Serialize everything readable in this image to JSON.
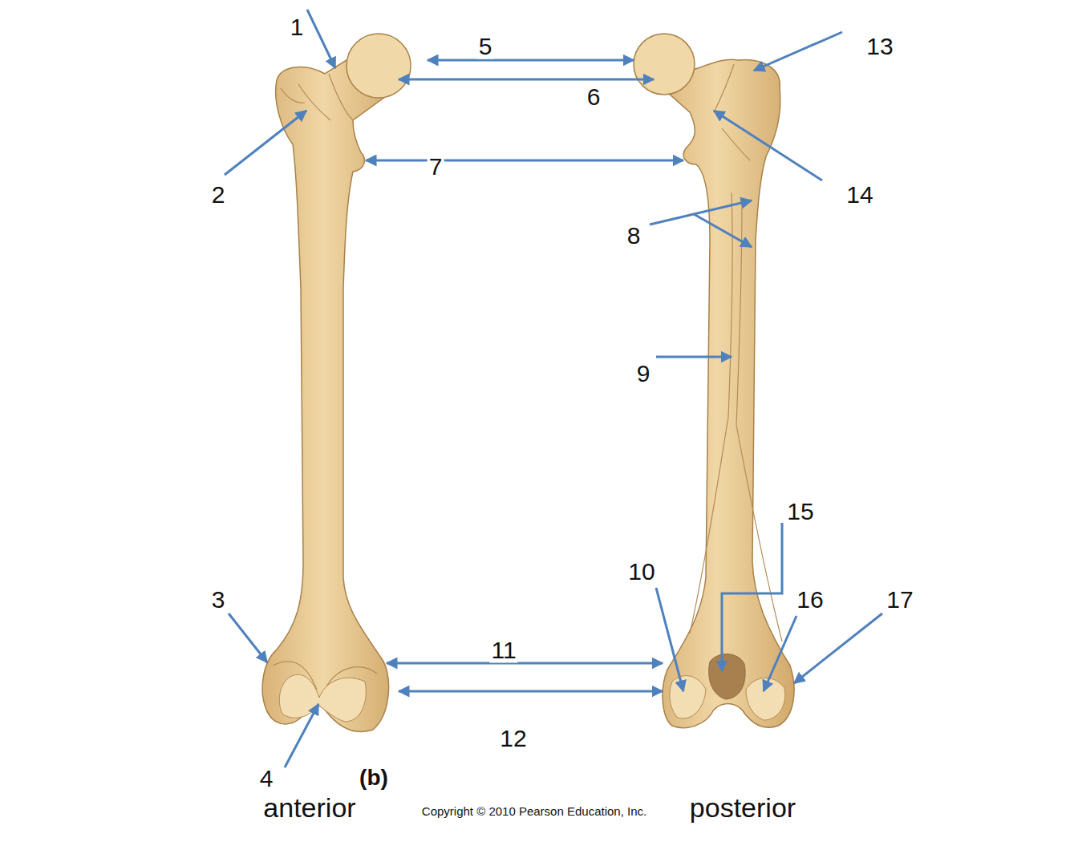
{
  "diagram": {
    "labels": [
      "1",
      "5",
      "13",
      "6",
      "2",
      "7",
      "14",
      "8",
      "9",
      "15",
      "10",
      "16",
      "3",
      "17",
      "11",
      "12",
      "4",
      "(b)",
      "anterior",
      "Copyright © 2010 Pearson Education, Inc.",
      "posterior"
    ]
  }
}
